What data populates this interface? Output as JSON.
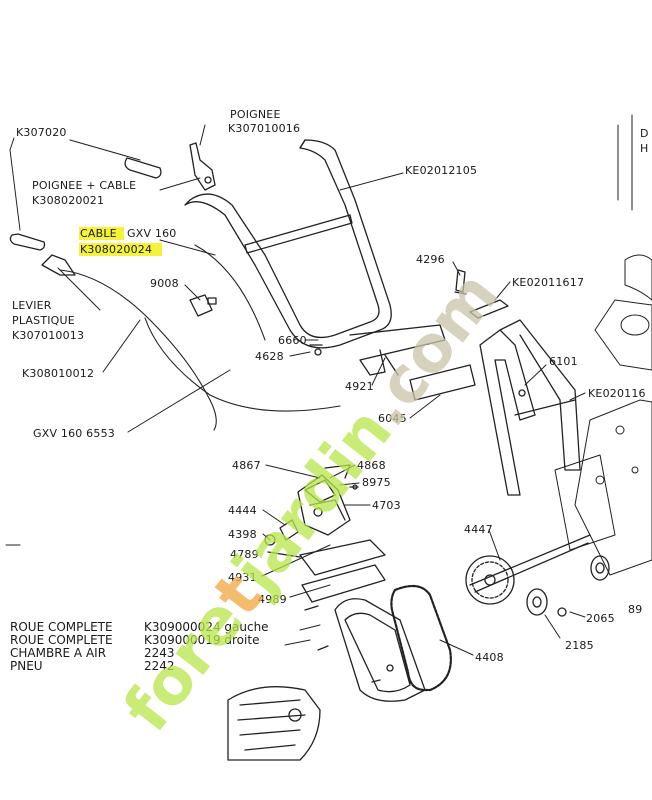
{
  "colors": {
    "highlight": "#f4f23a",
    "watermark_green": "#b8e64a",
    "watermark_orange": "#f2a640",
    "watermark_gray": "#c9c3a7",
    "ink": "#1a1a1a"
  },
  "labels": {
    "k307020": "K307020",
    "poignee": "POIGNEE",
    "k307010016": "K307010016",
    "poignee_cable": "POIGNEE + CABLE",
    "k308020021": "K308020021",
    "cable": "CABLE",
    "gxv160_short": "GXV 160",
    "k308020024": "K308020024",
    "ke02012105": "KE02012105",
    "n9008": "9008",
    "levier_plastique_1": "LEVIER",
    "levier_plastique_2": "PLASTIQUE",
    "k307010013": "K307010013",
    "n4296": "4296",
    "ke02011617": "KE02011617",
    "n6660": "6660",
    "n4628": "4628",
    "k308010012": "K308010012",
    "n4921": "4921",
    "n6101": "6101",
    "ke020116": "KE020116",
    "n6045": "6045",
    "gxv160_6553": "GXV 160  6553",
    "n4867": "4867",
    "n4868": "4868",
    "n8975": "8975",
    "n4703": "4703",
    "n4444": "4444",
    "n4398": "4398",
    "n4789": "4789",
    "n4931": "4931",
    "n4447": "4447",
    "n4989": "4989",
    "n2065": "2065",
    "n89": "89",
    "n4408": "4408",
    "n2185": "2185",
    "corner_d": "D",
    "corner_h": "H"
  },
  "legend": [
    {
      "name": "ROUE COMPLETE",
      "value": "K309000024 gauche"
    },
    {
      "name": "ROUE COMPLETE",
      "value": "K309000019 droite"
    },
    {
      "name": "CHAMBRE A AIR",
      "value": "2243"
    },
    {
      "name": "PNEU",
      "value": "2242"
    }
  ],
  "watermark": {
    "part1": "fore",
    "part2": "t",
    "part3": "jardin",
    "part4": ".com"
  },
  "icons": [
    "handle-grip-icon",
    "throttle-lever-icon",
    "cable-icon",
    "handlebar-frame-icon",
    "gearbox-icon",
    "sprocket-icon",
    "chain-icon",
    "wheel-icon",
    "bracket-icon",
    "bolt-icon"
  ]
}
